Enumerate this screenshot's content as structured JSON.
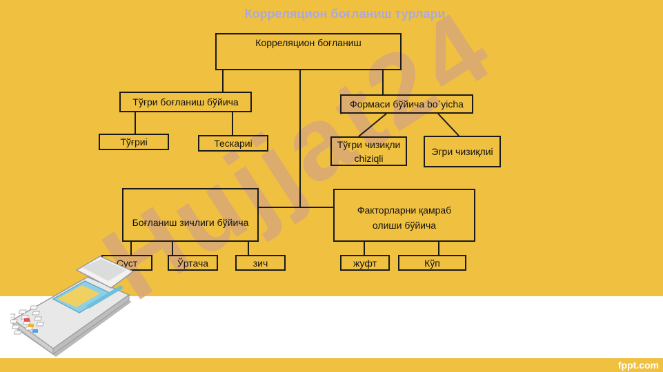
{
  "slide": {
    "title": "Корреляцион боғланиш турлари",
    "footer_logo": "fppt.com",
    "watermark_text": "Hujjat24"
  },
  "diagram": {
    "root": "Корреляцион боғланиш",
    "by_direction": {
      "label": "Тўғри боғланиш бўйича",
      "children": [
        "Тўғриі",
        "Тескариі"
      ]
    },
    "by_form": {
      "label": "Формаси бўйича bo`yicha",
      "children": [
        "Тўғри чизиқли chiziqli",
        "Эгри чизиқлиі"
      ]
    },
    "by_strength": {
      "label": "Боғланиш зичлиги бўйича",
      "children": [
        "Суст",
        "Ўртача",
        "зич"
      ]
    },
    "by_factors": {
      "label": "Факторларни қамраб олиши бўйича",
      "children": [
        "жуфт",
        "Кўп"
      ]
    }
  },
  "colors": {
    "background": "#f0c040",
    "title": "#a9a9e0",
    "watermark": "#d8a878",
    "border": "#1a1a1a"
  }
}
